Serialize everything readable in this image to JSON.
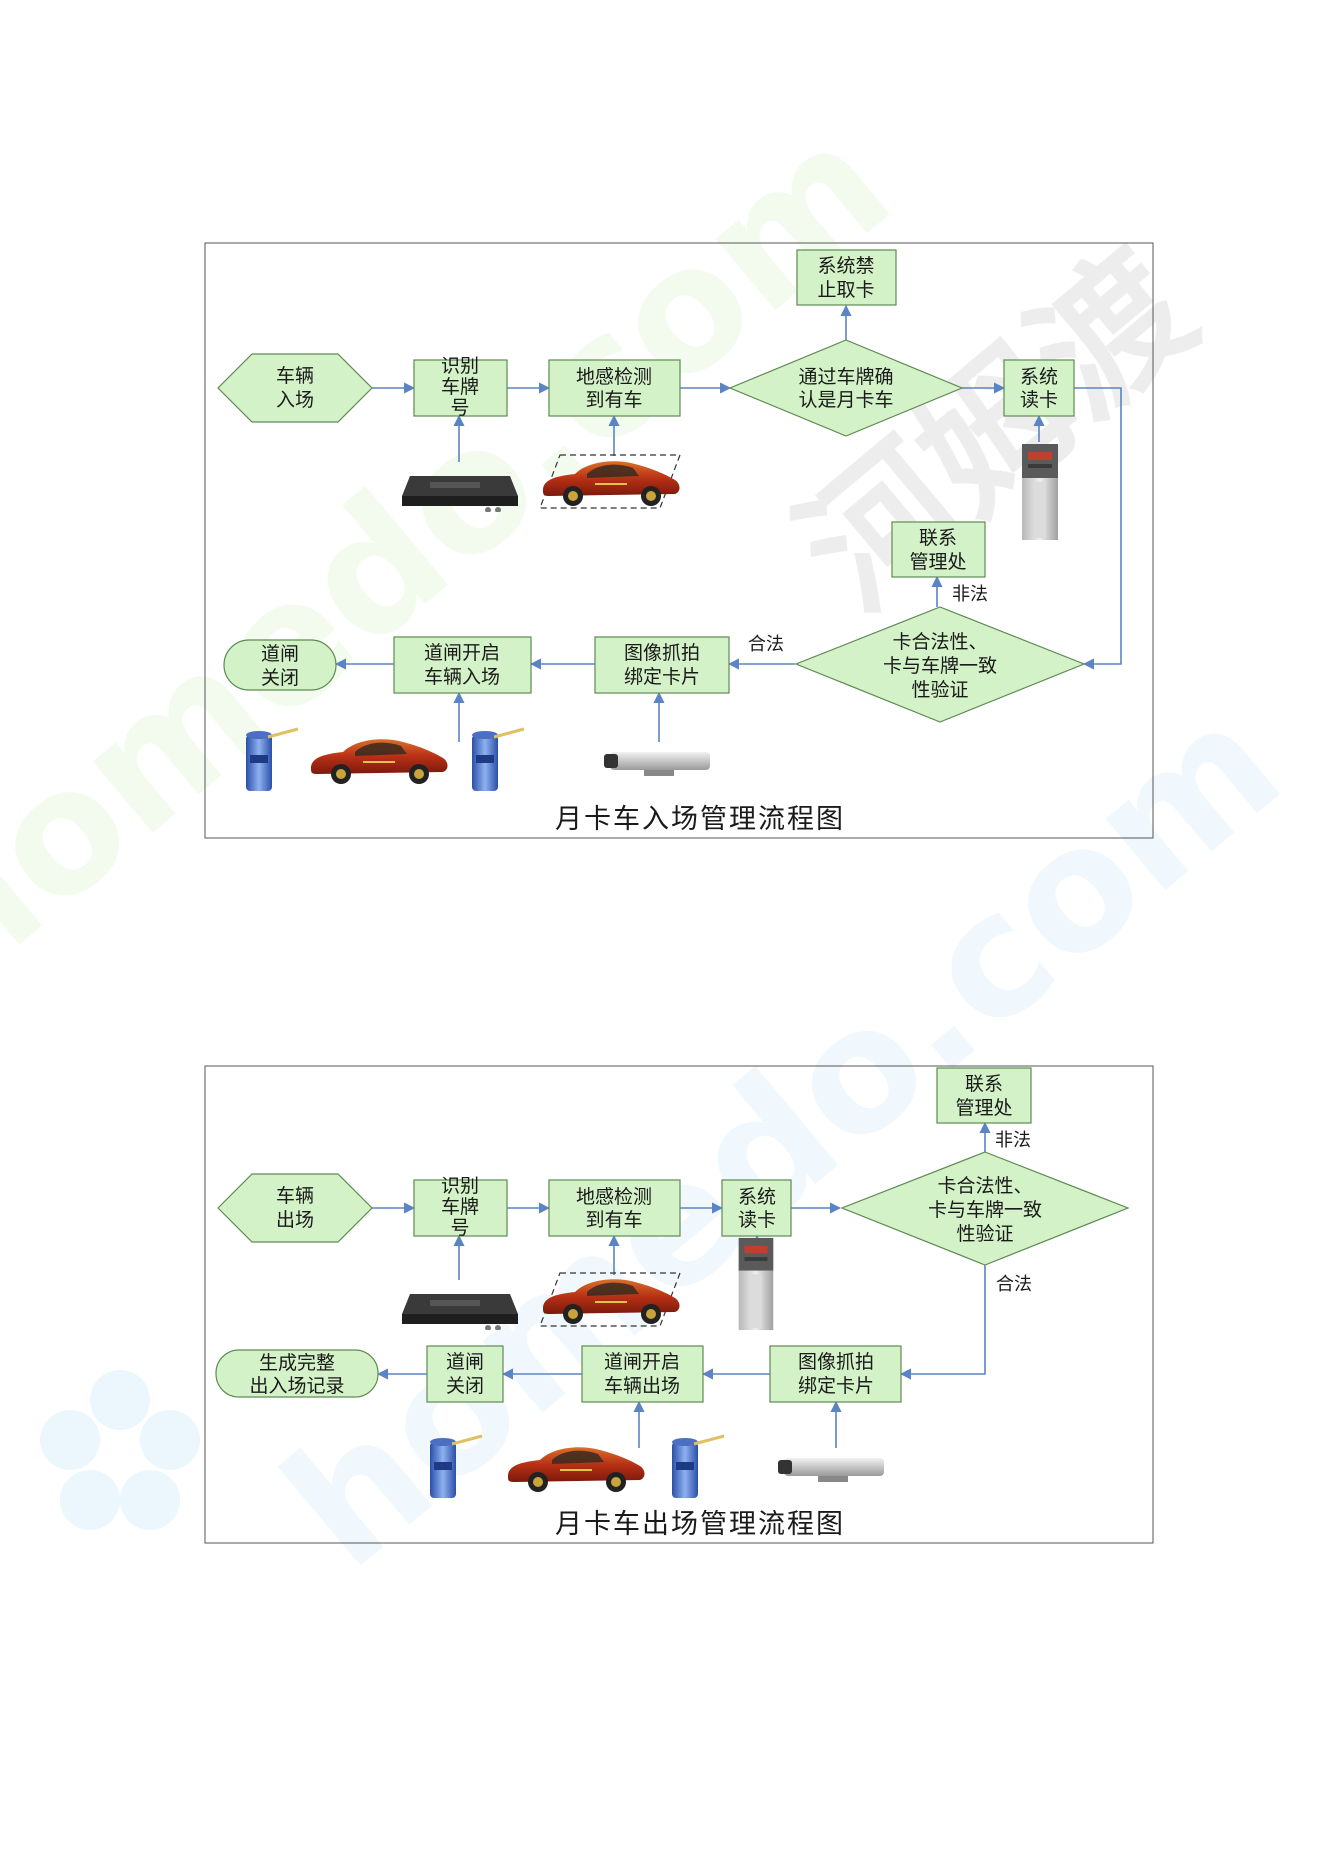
{
  "colors": {
    "node_fill": "#d4f2c8",
    "node_stroke": "#5e8a52",
    "arrow": "#5b84c4",
    "frame": "#555555"
  },
  "watermark": {
    "text": "homedo.com",
    "brand": "河姆渡"
  },
  "entry": {
    "title": "月卡车入场管理流程图",
    "nodes": {
      "vehicle_in": [
        "车辆",
        "入场"
      ],
      "plate_recognize": [
        "识别",
        "车牌",
        "号"
      ],
      "ground_sense": [
        "地感检测",
        "到有车"
      ],
      "plate_confirm": [
        "通过车牌确",
        "认是月卡车"
      ],
      "deny_card": [
        "系统禁",
        "止取卡"
      ],
      "read_card": [
        "系统",
        "读卡"
      ],
      "contact_office": [
        "联系",
        "管理处"
      ],
      "validate": [
        "卡合法性、",
        "卡与车牌一致",
        "性验证"
      ],
      "capture": [
        "图像抓拍",
        "绑定卡片"
      ],
      "gate_open": [
        "道闸开启",
        "车辆入场"
      ],
      "gate_close": [
        "道闸",
        "关闭"
      ]
    },
    "edges": {
      "illegal": "非法",
      "legal": "合法"
    }
  },
  "exit": {
    "title": "月卡车出场管理流程图",
    "nodes": {
      "vehicle_out": [
        "车辆",
        "出场"
      ],
      "plate_recognize": [
        "识别",
        "车牌",
        "号"
      ],
      "ground_sense": [
        "地感检测",
        "到有车"
      ],
      "read_card": [
        "系统",
        "读卡"
      ],
      "validate": [
        "卡合法性、",
        "卡与车牌一致",
        "性验证"
      ],
      "contact_office": [
        "联系",
        "管理处"
      ],
      "capture": [
        "图像抓拍",
        "绑定卡片"
      ],
      "gate_open": [
        "道闸开启",
        "车辆出场"
      ],
      "gate_close": [
        "道闸",
        "关闭"
      ],
      "record": [
        "生成完整",
        "出入场记录"
      ]
    },
    "edges": {
      "illegal": "非法",
      "legal": "合法"
    }
  }
}
